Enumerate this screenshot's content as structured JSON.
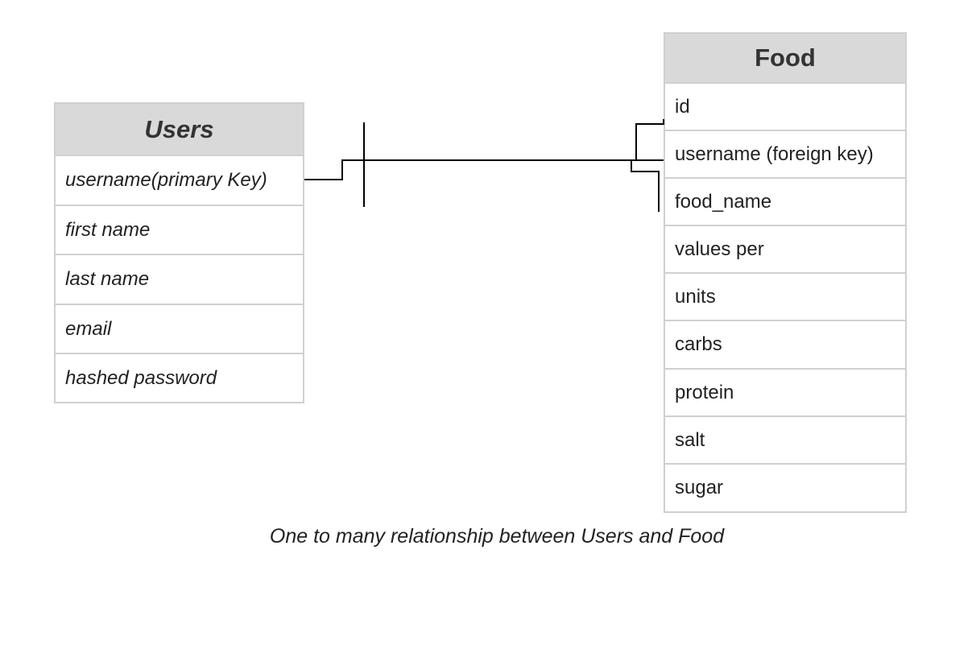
{
  "users": {
    "title": "Users",
    "fields": [
      "username(primary Key)",
      "first name",
      "last name",
      "email",
      "hashed password"
    ]
  },
  "food": {
    "title": "Food",
    "fields": [
      "id",
      "username (foreign key)",
      "food_name",
      "values per",
      "units",
      "carbs",
      "protein",
      "salt",
      "sugar"
    ]
  },
  "relationship": {
    "caption": "One to many relationship between Users and Food",
    "from_cardinality": "one",
    "to_cardinality": "many",
    "line_color": "#000000"
  }
}
